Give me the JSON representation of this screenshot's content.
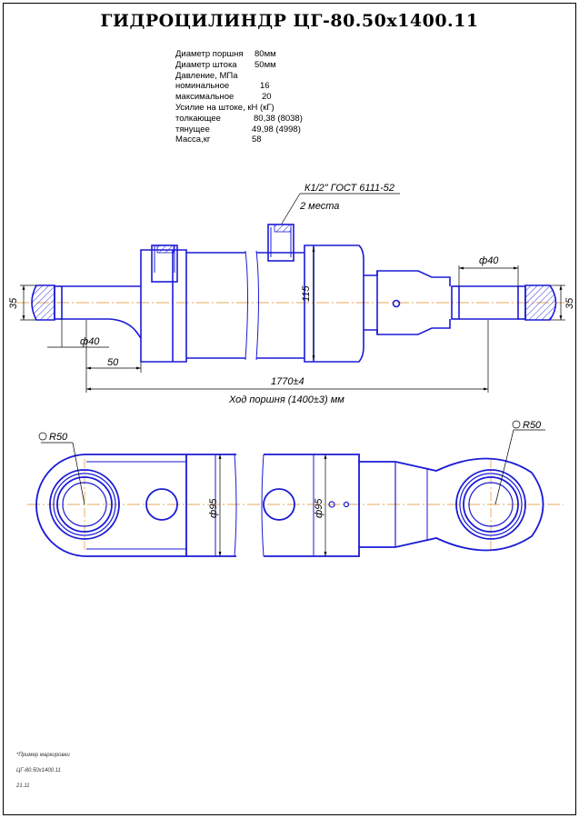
{
  "title": "ГИДРОЦИЛИНДР  ЦГ-80.50х1400.11",
  "specs": [
    {
      "key": "Диаметр поршня",
      "value": "80мм"
    },
    {
      "key": "Диаметр штока",
      "value": "50мм"
    },
    {
      "key": "Давление, МПа",
      "value": ""
    },
    {
      "key": "номинальное",
      "value": "16"
    },
    {
      "key": "максимальное",
      "value": "20"
    },
    {
      "key": "Усилие на штоке, кН (кГ)",
      "value": ""
    },
    {
      "key": "толкающее",
      "value": "80,38 (8038)"
    },
    {
      "key": "тянущее",
      "value": "49,98 (4998)"
    },
    {
      "key": " Масса,кг",
      "value": "58"
    }
  ],
  "dims": {
    "port": "К1/2\" ГОСТ 6111-52",
    "port_count": "2 места",
    "d40_left": "ф40",
    "d40_right": "ф40",
    "h35_left": "35",
    "h35_right": "35",
    "d115": "115",
    "len50": "50",
    "total_len": "1770±4",
    "stroke": "Ход поршня (1400±3) мм",
    "r50_left": "R50",
    "r50_right": "R50",
    "d95_left": "ф95",
    "d95_right": "ф95"
  },
  "footer": {
    "note": "*Пример маркировки",
    "mark": "ЦГ-80.50х1400.11",
    "date": "21.11"
  },
  "colors": {
    "outline": "#1a1ad6",
    "axis": "#e08a2a",
    "dim": "#000000"
  }
}
